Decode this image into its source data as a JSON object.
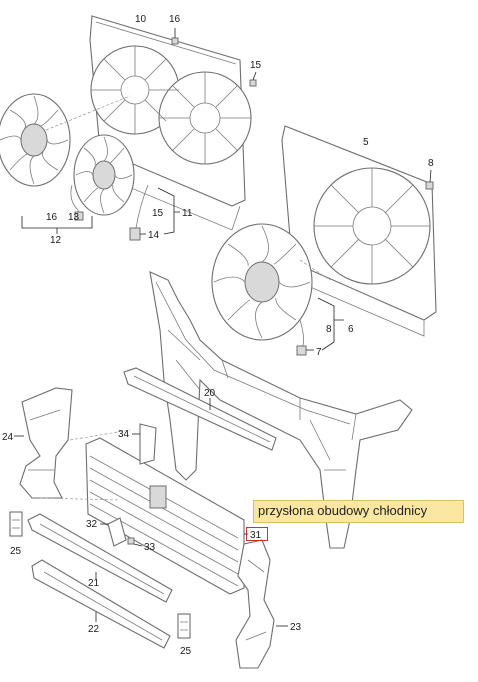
{
  "labels": {
    "p10": "10",
    "p16a": "16",
    "p15a": "15",
    "p5": "5",
    "p8a": "8",
    "p16b": "16",
    "p13": "13",
    "p12": "12",
    "p15b": "15",
    "p11": "11",
    "p14": "14",
    "p8b": "8",
    "p6": "6",
    "p7": "7",
    "p20": "20",
    "p24": "24",
    "p34": "34",
    "p32": "32",
    "p33": "33",
    "p25a": "25",
    "p21": "21",
    "p22": "22",
    "p25b": "25",
    "p23": "23",
    "p31": "31"
  },
  "callout": {
    "text": "przysłona obudowy chłodnicy"
  },
  "colors": {
    "callout_bg": "#fbe6a2",
    "highlight_box": "#c0392b"
  }
}
